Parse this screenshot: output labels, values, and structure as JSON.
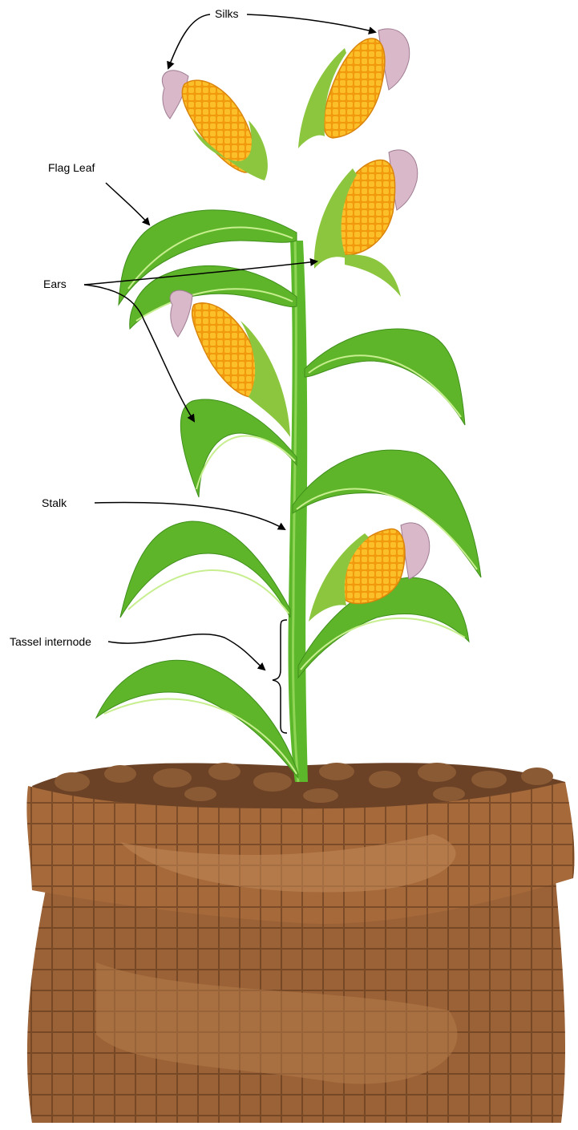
{
  "labels": {
    "silks": "Silks",
    "flag_leaf": "Flag Leaf",
    "ears": "Ears",
    "stalk": "Stalk",
    "tassel_internode": "Tassel internode"
  },
  "colors": {
    "leaf": "#5fb52a",
    "leaf_light": "#9fd85a",
    "stalk": "#5cb82a",
    "corn": "#f5a516",
    "husk": "#8cc63f",
    "silk": "#d9b8c9",
    "soil": "#6b4226",
    "sack": "#9a6236",
    "sack_dark": "#6e4020",
    "arrow": "#000000"
  }
}
